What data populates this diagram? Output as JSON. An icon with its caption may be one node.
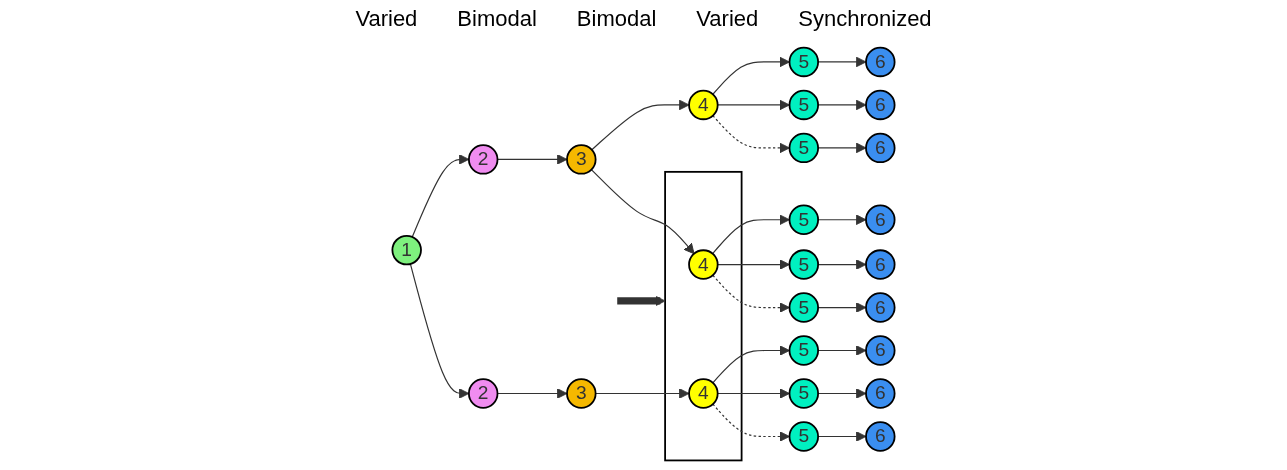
{
  "diagram": {
    "nodes": [
      {
        "text": [
          "1"
        ]
      },
      {
        "text": [
          "2"
        ]
      },
      {
        "text": [
          "3"
        ]
      },
      {
        "text": [
          "4"
        ]
      },
      {
        "text": [
          "5"
        ]
      },
      {
        "text": [
          "6"
        ]
      },
      {
        "text": [
          "5"
        ]
      },
      {
        "text": [
          "6"
        ]
      },
      {
        "text": [
          "5"
        ]
      },
      {
        "text": [
          "6"
        ]
      },
      {
        "text": [
          "2"
        ]
      },
      {
        "text": [
          "3"
        ]
      },
      {
        "text": [],
        "shape": "box"
      },
      {
        "text": [
          "4"
        ],
        "in": 12
      },
      {
        "text": [
          "4"
        ],
        "in": 12
      },
      {
        "text": [
          "5"
        ]
      },
      {
        "text": [
          "6"
        ]
      },
      {
        "text": [
          "5"
        ]
      },
      {
        "text": [
          "6"
        ]
      },
      {
        "text": [
          "5"
        ]
      },
      {
        "text": [
          "6"
        ]
      },
      {
        "text": [
          "5"
        ]
      },
      {
        "text": [
          "6"
        ]
      },
      {
        "text": [
          "5"
        ]
      },
      {
        "text": [
          "6"
        ]
      },
      {
        "text": [
          "5"
        ]
      },
      {
        "text": [
          "6"
        ]
      }
    ],
    "edges": [
      {
        "from": 0,
        "to": 1,
        "arrow": "to"
      },
      {
        "from": 1,
        "to": 2,
        "arrow": "to"
      },
      {
        "from": 2,
        "to": 3,
        "arrow": "to"
      },
      {
        "from": 3,
        "to": 4,
        "arrow": "to"
      },
      {
        "from": 4,
        "to": 5,
        "arrow": "to"
      },
      {
        "from": 3,
        "to": 6,
        "arrow": "to"
      },
      {
        "from": 6,
        "to": 7,
        "arrow": "to"
      },
      {
        "from": 3,
        "to": 8,
        "arrow": "to",
        "style": "dashed"
      },
      {
        "from": 8,
        "to": 9,
        "arrow": "to"
      },
      {
        "from": 2,
        "to": 13,
        "arrow": "to"
      },
      {
        "from": 0,
        "to": 10,
        "arrow": "to"
      },
      {
        "from": 10,
        "to": 11,
        "arrow": "to"
      },
      {
        "from": 11,
        "to": 14,
        "arrow": "to"
      },
      {
        "from": 13,
        "to": 15,
        "arrow": "to"
      },
      {
        "from": 15,
        "to": 16,
        "arrow": "to"
      },
      {
        "from": 13,
        "to": 17,
        "arrow": "to"
      },
      {
        "from": 17,
        "to": 18,
        "arrow": "to"
      },
      {
        "from": 13,
        "to": 19,
        "arrow": "to",
        "style": "dashed"
      },
      {
        "from": 19,
        "to": 20,
        "arrow": "to"
      },
      {
        "from": 14,
        "to": 21,
        "arrow": "to"
      },
      {
        "from": 21,
        "to": 22,
        "arrow": "to"
      },
      {
        "from": 14,
        "to": 23,
        "arrow": "to"
      },
      {
        "from": 23,
        "to": 24,
        "arrow": "to"
      },
      {
        "from": 14,
        "to": 25,
        "arrow": "to",
        "style": "dashed"
      },
      {
        "from": 25,
        "to": 26,
        "arrow": "to"
      },
      {
        "from": null,
        "to": 12,
        "arrow": "to",
        "style": "thick"
      }
    ],
    "labels": [
      "Varied",
      "Bimodal",
      "Bimodal",
      "Varied",
      "Synchronized"
    ]
  }
}
